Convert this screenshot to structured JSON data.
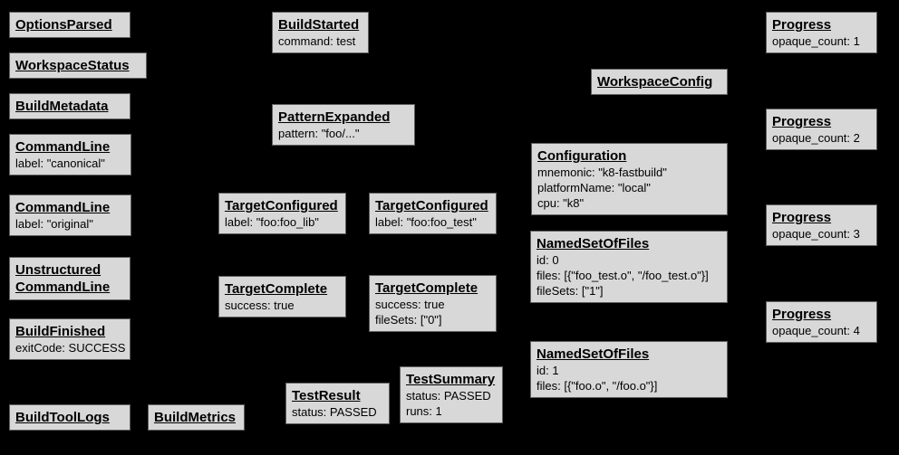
{
  "diagram": {
    "description": "Build Event Protocol event graph",
    "colors": {
      "background": "#000000",
      "box_fill": "#d8d8d8",
      "box_border": "#5f5f5f",
      "text": "#000000"
    },
    "events": [
      {
        "id": "options-parsed",
        "title": "OptionsParsed",
        "fields": []
      },
      {
        "id": "workspace-status",
        "title": "WorkspaceStatus",
        "fields": []
      },
      {
        "id": "build-metadata",
        "title": "BuildMetadata",
        "fields": []
      },
      {
        "id": "command-line-canonical",
        "title": "CommandLine",
        "fields": [
          "label: \"canonical\""
        ]
      },
      {
        "id": "command-line-original",
        "title": "CommandLine",
        "fields": [
          "label: \"original\""
        ]
      },
      {
        "id": "unstructured-command-line",
        "title": "Unstructured\nCommandLine",
        "fields": []
      },
      {
        "id": "build-finished",
        "title": "BuildFinished",
        "fields": [
          "exitCode: SUCCESS"
        ]
      },
      {
        "id": "build-tool-logs",
        "title": "BuildToolLogs",
        "fields": []
      },
      {
        "id": "build-metrics",
        "title": "BuildMetrics",
        "fields": []
      },
      {
        "id": "build-started",
        "title": "BuildStarted",
        "fields": [
          "command: test"
        ]
      },
      {
        "id": "pattern-expanded",
        "title": "PatternExpanded",
        "fields": [
          "pattern: \"foo/...\""
        ]
      },
      {
        "id": "target-configured-lib",
        "title": "TargetConfigured",
        "fields": [
          "label: \"foo:foo_lib\""
        ]
      },
      {
        "id": "target-configured-test",
        "title": "TargetConfigured",
        "fields": [
          "label: \"foo:foo_test\""
        ]
      },
      {
        "id": "target-complete-lib",
        "title": "TargetComplete",
        "fields": [
          "success: true"
        ]
      },
      {
        "id": "target-complete-test",
        "title": "TargetComplete",
        "fields": [
          "success: true",
          "fileSets: [\"0\"]"
        ]
      },
      {
        "id": "test-result",
        "title": "TestResult",
        "fields": [
          "status: PASSED"
        ]
      },
      {
        "id": "test-summary",
        "title": "TestSummary",
        "fields": [
          "status: PASSED",
          "runs: 1"
        ]
      },
      {
        "id": "workspace-config",
        "title": "WorkspaceConfig",
        "fields": []
      },
      {
        "id": "configuration",
        "title": "Configuration",
        "fields": [
          "mnemonic: \"k8-fastbuild\"",
          "platformName: \"local\"",
          "cpu: \"k8\""
        ]
      },
      {
        "id": "named-set-of-files-0",
        "title": "NamedSetOfFiles",
        "fields": [
          "id: 0",
          "files: [{\"foo_test.o\", \"/foo_test.o\"}]",
          "fileSets: [\"1\"]"
        ]
      },
      {
        "id": "named-set-of-files-1",
        "title": "NamedSetOfFiles",
        "fields": [
          "id: 1",
          "files: [{\"foo.o\", \"/foo.o\"}]"
        ]
      },
      {
        "id": "progress-1",
        "title": "Progress",
        "fields": [
          "opaque_count: 1"
        ]
      },
      {
        "id": "progress-2",
        "title": "Progress",
        "fields": [
          "opaque_count: 2"
        ]
      },
      {
        "id": "progress-3",
        "title": "Progress",
        "fields": [
          "opaque_count: 3"
        ]
      },
      {
        "id": "progress-4",
        "title": "Progress",
        "fields": [
          "opaque_count: 4"
        ]
      }
    ]
  }
}
